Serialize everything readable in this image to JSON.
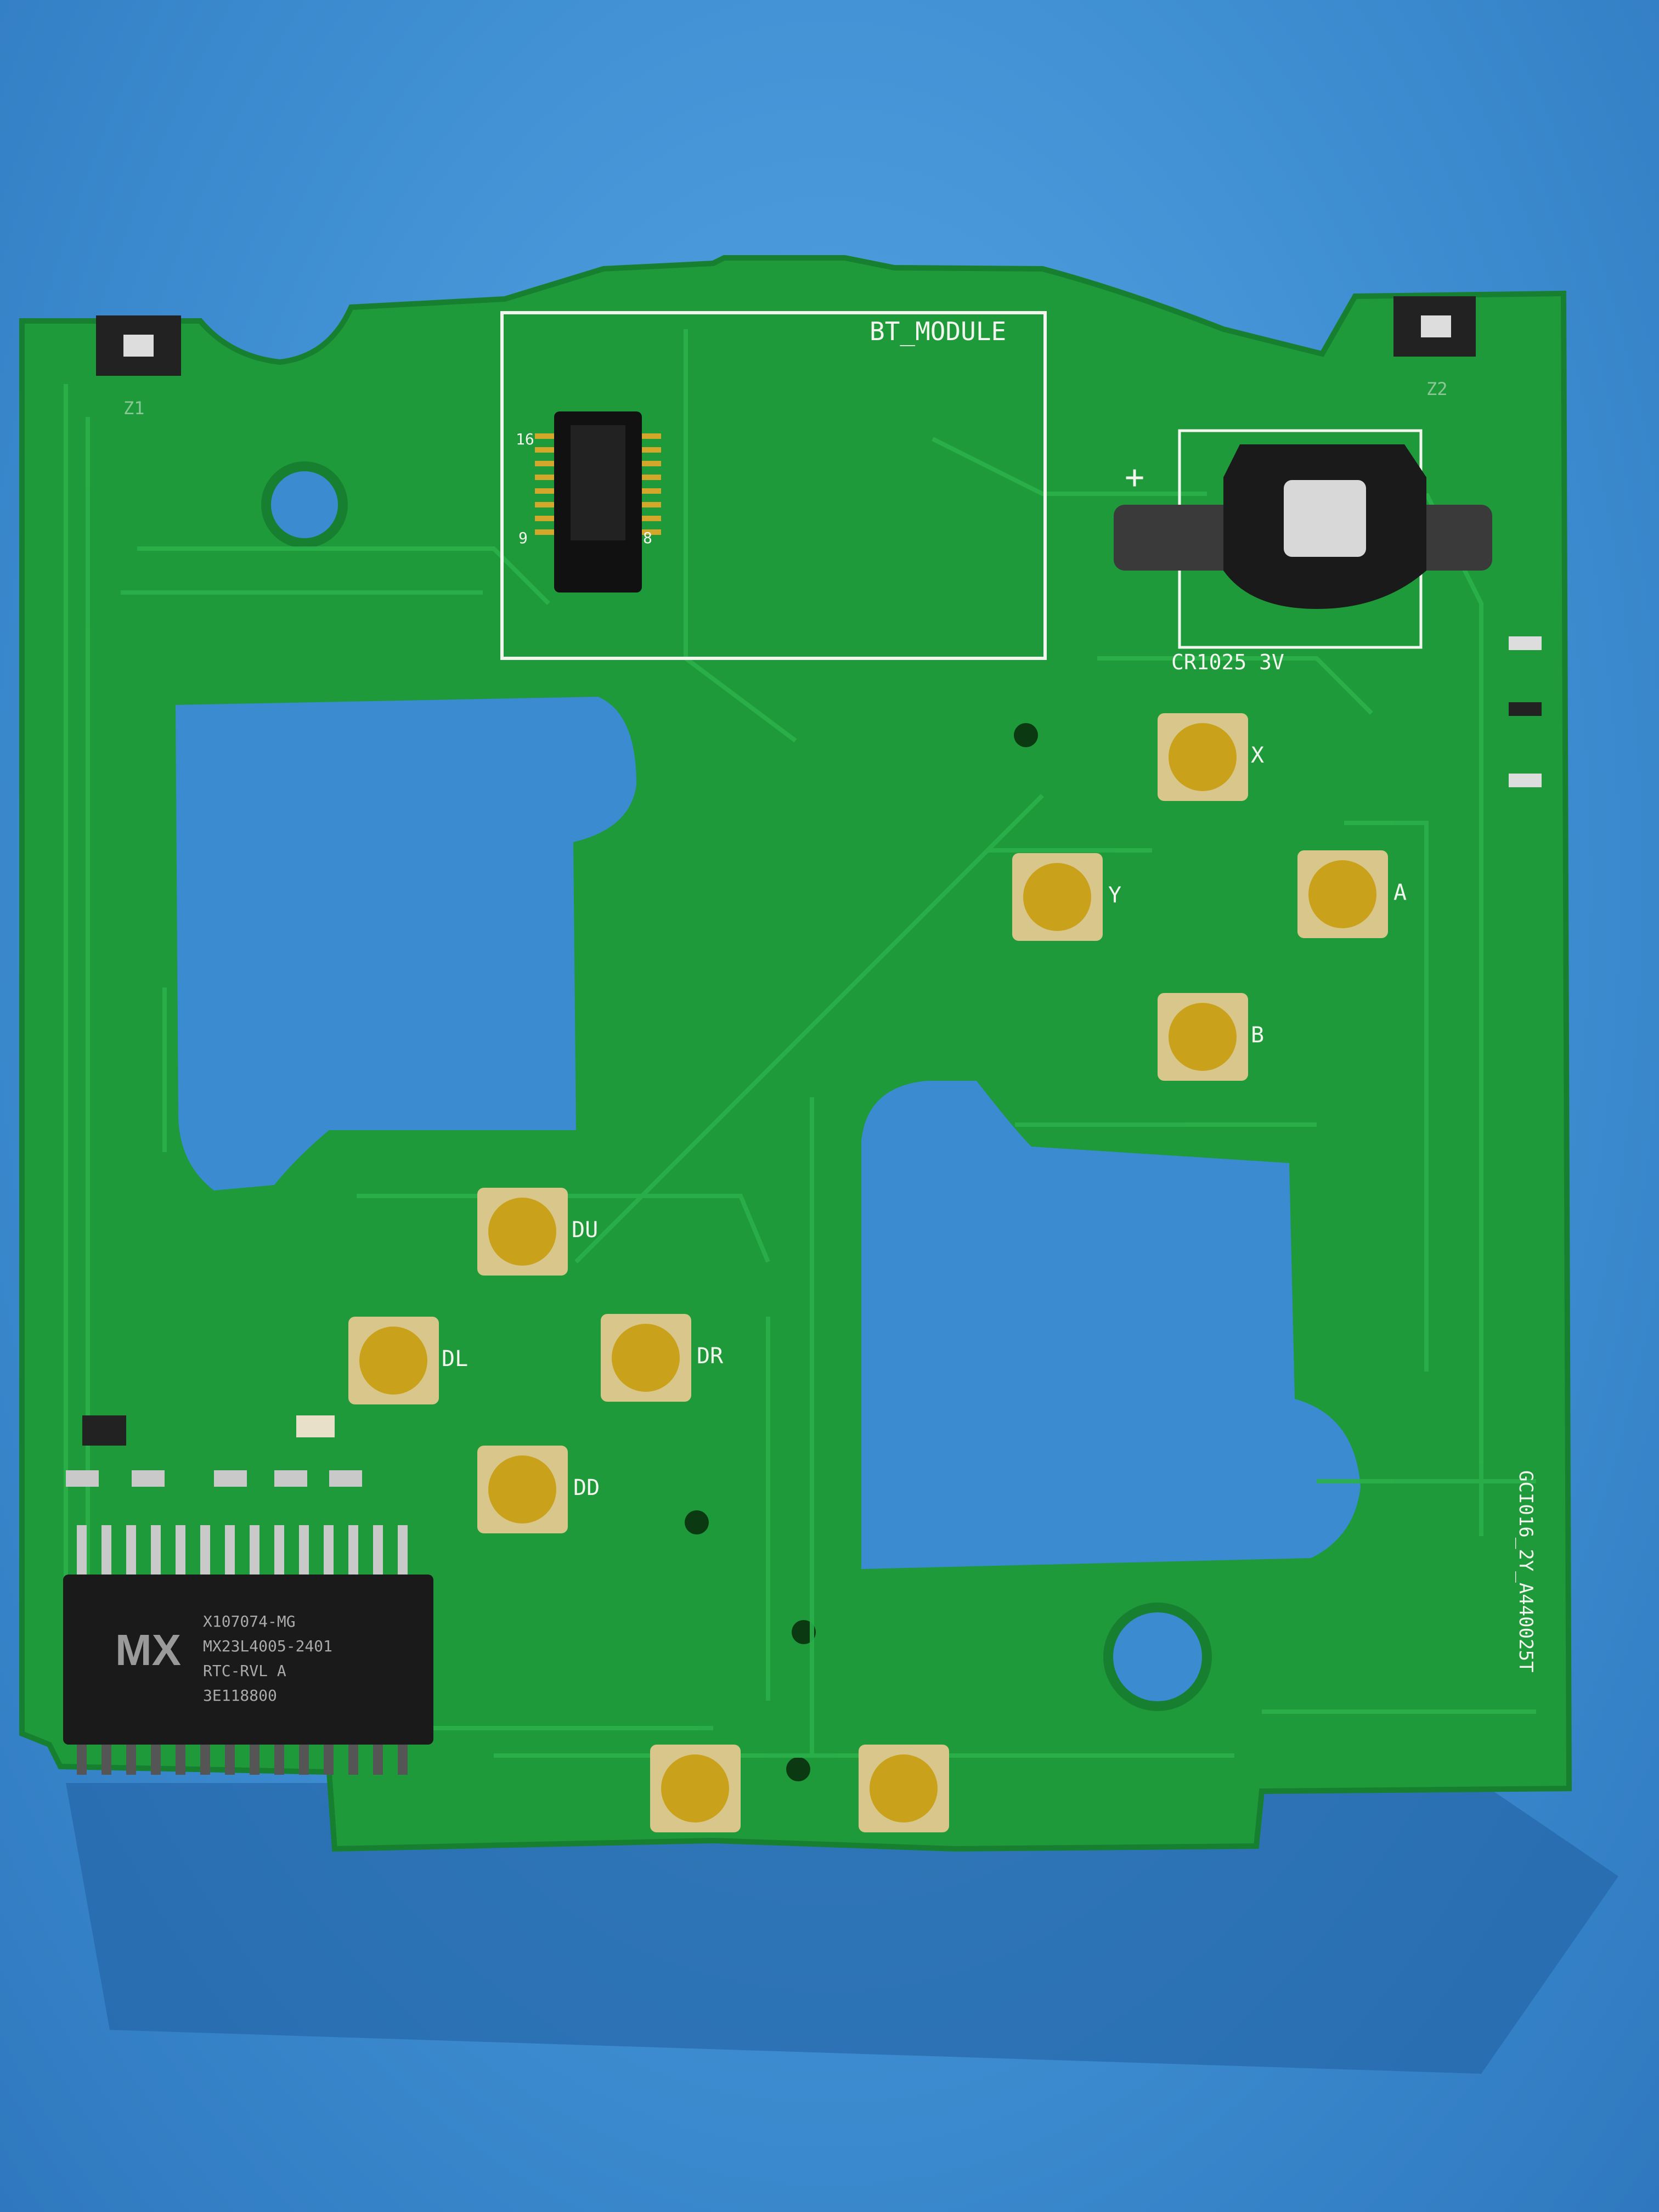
{
  "image": {
    "description_free": true
  },
  "colors": {
    "background": "#3f8fd3",
    "pcb": "#1f9a3a",
    "pcb_dark": "#16802d",
    "trace": "#2bb04a",
    "pad_gold": "#d4a62a",
    "button_yellow": "#caa11a",
    "silkscreen": "#f3f6ee",
    "chip_black": "#1a1a1a",
    "hole_blue": "#3f8fd3"
  },
  "silkscreen": {
    "bt_module": "BT_MODULE",
    "battery": "CR1025 3V",
    "plus": "+",
    "btn_x": "X",
    "btn_y": "Y",
    "btn_a": "A",
    "btn_b": "B",
    "btn_du": "DU",
    "btn_dl": "DL",
    "btn_dr": "DR",
    "btn_dd": "DD",
    "board_id": "GCI016_2Y_A440025T",
    "connector_16": "16",
    "connector_9": "9",
    "connector_8": "8",
    "z1": "Z1",
    "z2": "Z2"
  },
  "chip": {
    "logo": "MX",
    "line1": "X107074-MG",
    "line2": "MX23L4005-2401",
    "line3": "RTC-RVL A",
    "line4": "3E118800"
  }
}
